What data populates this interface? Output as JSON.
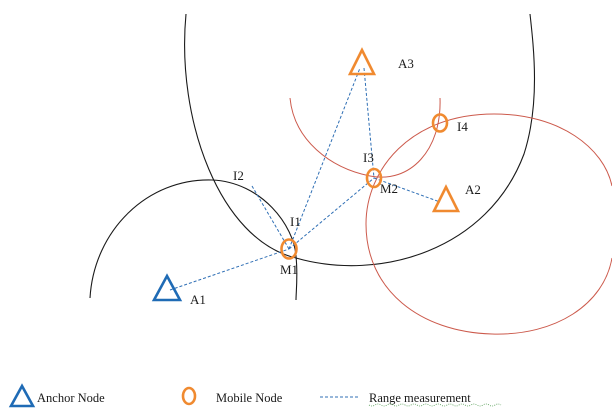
{
  "labels": {
    "A1": "A1",
    "A2": "A2",
    "A3": "A3",
    "M1": "M1",
    "M2": "M2",
    "I1": "I1",
    "I2": "I2",
    "I3": "I3",
    "I4": "I4"
  },
  "legend": {
    "anchor": "Anchor Node",
    "mobile": "Mobile Node",
    "range": "Range  measurement"
  },
  "colors": {
    "anchor_node": "#1f6bb5",
    "mobile_node": "#f08a30",
    "range_line": "#2f6fb5",
    "black_arc": "#1a1a1a",
    "red_arc": "#cc5a4c"
  },
  "icons": {
    "anchor_node": "triangle-outline-icon",
    "mobile_node": "ellipse-outline-icon",
    "range_measurement": "dashed-line-icon"
  }
}
